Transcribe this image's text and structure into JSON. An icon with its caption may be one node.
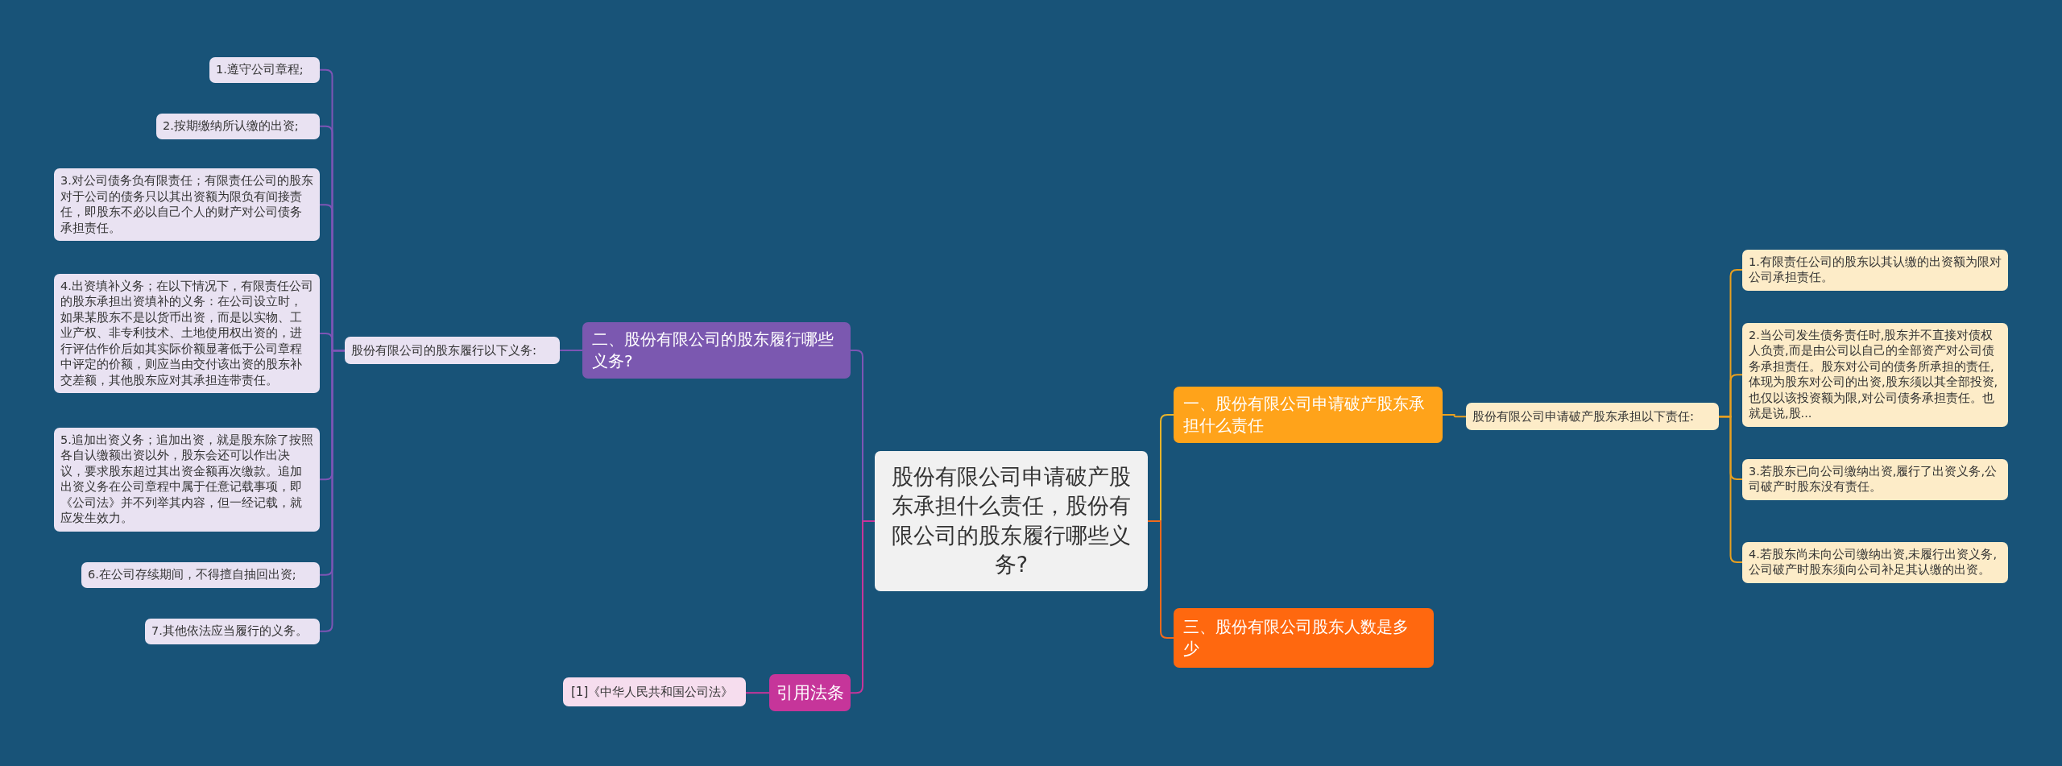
{
  "diagram": {
    "nodes": [
      {
        "text": [
          "股份有限公司申请破产股东承担什么责任，股份有限公司的股东履行哪些义务?"
        ]
      },
      {
        "text": [
          "一、股份有限公司申请破产股东承担什么责任"
        ]
      },
      {
        "text": [
          "股份有限公司申请破产股东承担以下责任:"
        ]
      },
      {
        "text": [
          "1.有限责任公司的股东以其认缴的出资额为限对公司承担责任。"
        ]
      },
      {
        "text": [
          "2.当公司发生债务责任时,股东并不直接对债权人负责,而是由公司以自己的全部资产对公司债务承担责任。股东对公司的债务所承担的责任,体现为股东对公司的出资,股东须以其全部投资,也仅以该投资额为限,对公司债务承担责任。也就是说,股..."
        ]
      },
      {
        "text": [
          "3.若股东已向公司缴纳出资,履行了出资义务,公司破产时股东没有责任。"
        ]
      },
      {
        "text": [
          "4.若股东尚未向公司缴纳出资,未履行出资义务,公司破产时股东须向公司补足其认缴的出资。"
        ]
      },
      {
        "text": [
          "三、股份有限公司股东人数是多少"
        ]
      },
      {
        "text": [
          "二、股份有限公司的股东履行哪些义务?"
        ]
      },
      {
        "text": [
          "股份有限公司的股东履行以下义务:"
        ]
      },
      {
        "text": [
          "1.遵守公司章程;"
        ]
      },
      {
        "text": [
          "2.按期缴纳所认缴的出资;"
        ]
      },
      {
        "text": [
          "3.对公司债务负有限责任；有限责任公司的股东对于公司的债务只以其出资额为限负有间接责任，即股东不必以自己个人的财产对公司债务承担责任。"
        ]
      },
      {
        "text": [
          "4.出资填补义务；在以下情况下，有限责任公司的股东承担出资填补的义务：在公司设立时，如果某股东不是以货币出资，而是以实物、工业产权、非专利技术、土地使用权出资的，进行评估作价后如其实际价额显著低于公司章程中评定的价额，则应当由交付该出资的股东补交差额，其他股东应对其承担连带责任。"
        ]
      },
      {
        "text": [
          "5.追加出资义务；追加出资，就是股东除了按照各自认缴额出资以外，股东会还可以作出决议，要求股东超过其出资金额再次缴款。追加出资义务在公司章程中属于任意记载事项，即《公司法》并不列举其内容，但一经记载，就应发生效力。"
        ]
      },
      {
        "text": [
          "6.在公司存续期间，不得擅自抽回出资;"
        ]
      },
      {
        "text": [
          "7.其他依法应当履行的义务。"
        ]
      },
      {
        "text": [
          "引用法条"
        ]
      },
      {
        "text": [
          "[1]《中华人民共和国公司法》"
        ]
      }
    ],
    "edges": [
      {
        "from": 0,
        "to": 1,
        "arrow": "none",
        "color": "#e8b42a"
      },
      {
        "from": 1,
        "to": 2,
        "arrow": "none",
        "color": "#e8a020"
      },
      {
        "from": 2,
        "to": 3,
        "arrow": "none",
        "color": "#e8a020"
      },
      {
        "from": 2,
        "to": 4,
        "arrow": "none",
        "color": "#e8a020"
      },
      {
        "from": 2,
        "to": 5,
        "arrow": "none",
        "color": "#e8a020"
      },
      {
        "from": 2,
        "to": 6,
        "arrow": "none",
        "color": "#e8a020"
      },
      {
        "from": 0,
        "to": 7,
        "arrow": "none",
        "color": "#f26a1b"
      },
      {
        "from": 0,
        "to": 8,
        "arrow": "none"
      },
      {
        "from": 8,
        "to": 9,
        "arrow": "none"
      },
      {
        "from": 9,
        "to": 10,
        "arrow": "none"
      },
      {
        "from": 9,
        "to": 11,
        "arrow": "none"
      },
      {
        "from": 9,
        "to": 12,
        "arrow": "none"
      },
      {
        "from": 9,
        "to": 13,
        "arrow": "none"
      },
      {
        "from": 9,
        "to": 14,
        "arrow": "none"
      },
      {
        "from": 9,
        "to": 15,
        "arrow": "none"
      },
      {
        "from": 9,
        "to": 16,
        "arrow": "none"
      },
      {
        "from": 0,
        "to": 17,
        "arrow": "none",
        "color": "#c6359a"
      },
      {
        "from": 17,
        "to": 18,
        "arrow": "none",
        "color": "#c6359a"
      }
    ]
  }
}
